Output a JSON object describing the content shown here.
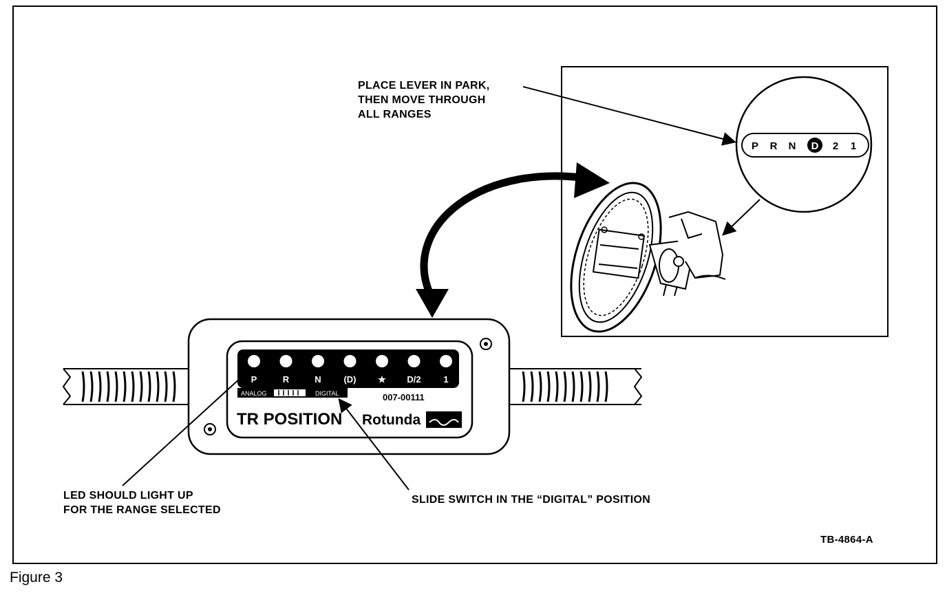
{
  "figure": {
    "caption": "Figure 3",
    "reference_code": "TB-4864-A"
  },
  "callouts": {
    "place_lever": [
      "PLACE LEVER IN PARK,",
      "THEN MOVE THROUGH",
      "ALL RANGES"
    ],
    "led_light": [
      "LED SHOULD LIGHT UP",
      "FOR THE RANGE SELECTED"
    ],
    "slide_switch": "SLIDE SWITCH IN THE “DIGITAL” POSITION"
  },
  "tester": {
    "led_labels": [
      "P",
      "R",
      "N",
      "(D)",
      "★",
      "D/2",
      "1"
    ],
    "switch_labels": [
      "ANALOG",
      "DIGITAL"
    ],
    "part_number": "007-00111",
    "title": "TR POSITION",
    "brand": "Rotunda"
  },
  "shift_indicator": {
    "ranges": [
      "P",
      "R",
      "N",
      "D",
      "2",
      "1"
    ],
    "highlighted": "D"
  }
}
